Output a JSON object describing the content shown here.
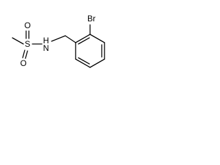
{
  "molecule": {
    "atoms": {
      "sulfur": "S",
      "oxygen_top": "O",
      "oxygen_bottom": "O",
      "nitrogen": "N",
      "hydrogen": "H",
      "bromine": "Br"
    },
    "colors": {
      "bond": "#000000",
      "label": "#000000",
      "background": "#ffffff"
    }
  }
}
